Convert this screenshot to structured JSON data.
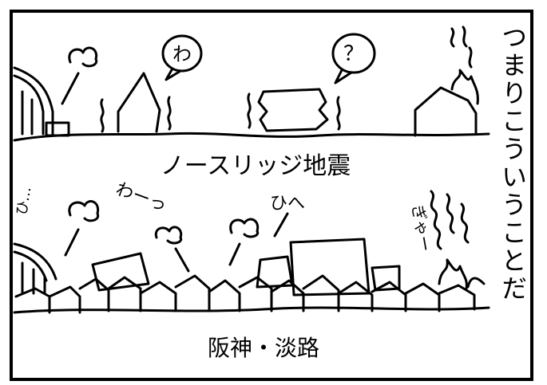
{
  "panel": {
    "vertical_caption": "つまりこういうことだ"
  },
  "top_scene": {
    "caption": "ノースリッジ地震",
    "bubble_1": "わ",
    "bubble_2": "？"
  },
  "bottom_scene": {
    "caption": "阪神・淡路",
    "sfx_1": "ひ…",
    "sfx_2": "わーっ",
    "sfx_3": "ひへ",
    "sfx_4": "ぎゃー"
  },
  "colors": {
    "ink": "#000000",
    "paper": "#ffffff"
  }
}
